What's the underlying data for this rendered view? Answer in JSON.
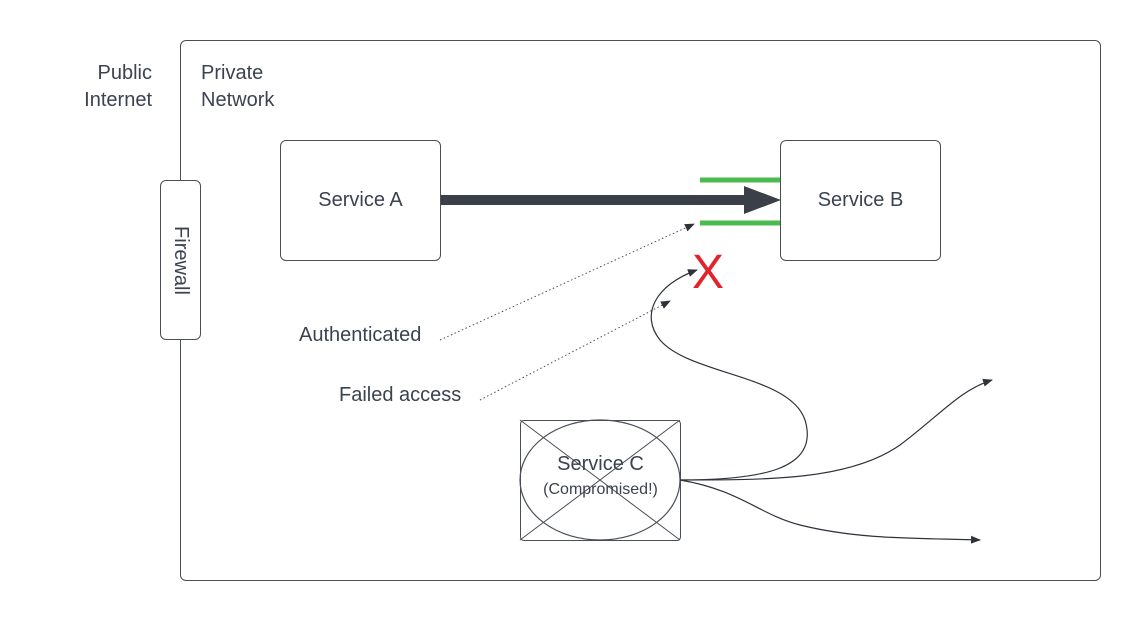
{
  "zones": {
    "public": {
      "line1": "Public",
      "line2": "Internet"
    },
    "private": {
      "line1": "Private",
      "line2": "Network"
    }
  },
  "firewall": {
    "label": "Firewall"
  },
  "services": {
    "a": {
      "label": "Service A"
    },
    "b": {
      "label": "Service B"
    },
    "c": {
      "label": "Service C",
      "sublabel": "(Compromised!)"
    }
  },
  "annotations": {
    "authenticated": "Authenticated",
    "failed_access": "Failed access"
  },
  "marks": {
    "blocked": "X"
  },
  "colors": {
    "connection": "#3a3f48",
    "authenticated_band": "#4cbb4f",
    "blocked": "#e0242a"
  }
}
